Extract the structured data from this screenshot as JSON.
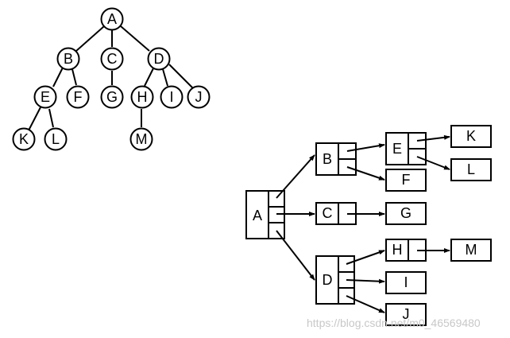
{
  "tree": {
    "A": "A",
    "B": "B",
    "C": "C",
    "D": "D",
    "E": "E",
    "F": "F",
    "G": "G",
    "H": "H",
    "I": "I",
    "J": "J",
    "K": "K",
    "L": "L",
    "M": "M"
  },
  "storage": {
    "A": "A",
    "B": "B",
    "C": "C",
    "D": "D",
    "E": "E",
    "F": "F",
    "G": "G",
    "H": "H",
    "I": "I",
    "J": "J",
    "K": "K",
    "L": "L",
    "M": "M"
  },
  "watermark": "https://blog.csdn.net/m0_46569480"
}
